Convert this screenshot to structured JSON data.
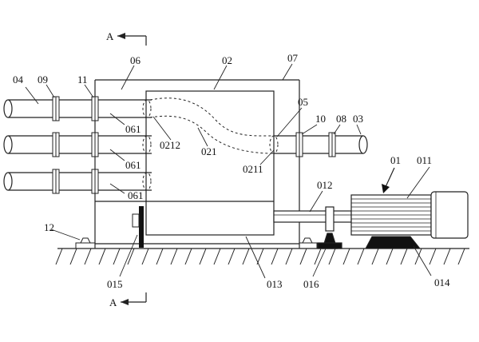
{
  "section_marker": "A",
  "labels": {
    "pipe_left": "04",
    "flange_left_outer": "09",
    "flange_left_inner": "11",
    "housing_top": "06",
    "drum": "02",
    "frame": "07",
    "right_end": "05",
    "flange_right_inner": "10",
    "flange_right_outer": "08",
    "pipe_right": "03",
    "outlet_1": "061",
    "outlet_2": "061",
    "outlet_3": "061",
    "inner_pipe_left_end": "0212",
    "inner_pipe": "021",
    "inner_pipe_right_end": "0211",
    "motor": "01",
    "motor_body": "011",
    "shaft": "012",
    "anchor_bolt": "12",
    "tank": "013",
    "motor_base": "014",
    "plate": "015",
    "bearing_support": "016"
  }
}
